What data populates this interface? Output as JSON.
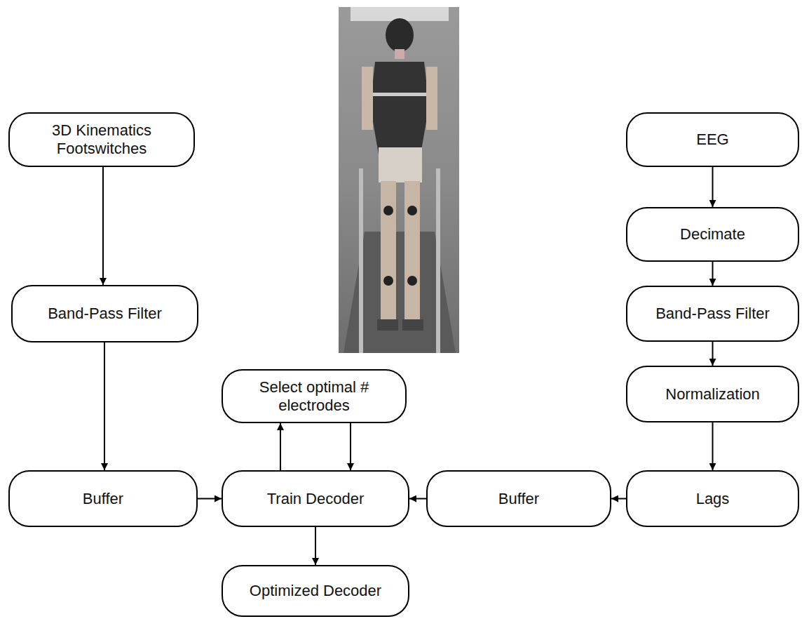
{
  "diagram": {
    "nodes": [
      {
        "text": [
          "3D Kinematics Footswitches"
        ]
      },
      {
        "text": [
          "EEG"
        ]
      },
      {
        "text": [
          "Decimate"
        ]
      },
      {
        "text": [
          "Band-Pass Filter"
        ]
      },
      {
        "text": [
          "Band-Pass Filter"
        ]
      },
      {
        "text": [
          "Normalization"
        ]
      },
      {
        "text": [
          "Select optimal # electrodes"
        ]
      },
      {
        "text": [
          "Buffer"
        ]
      },
      {
        "text": [
          "Train Decoder"
        ]
      },
      {
        "text": [
          "Buffer"
        ]
      },
      {
        "text": [
          "Lags"
        ]
      },
      {
        "text": [
          "Optimized Decoder"
        ]
      }
    ],
    "edges": [
      {
        "from": 0,
        "to": 3,
        "arrow": "to"
      },
      {
        "from": 3,
        "to": 7,
        "arrow": "to"
      },
      {
        "from": 7,
        "to": 8,
        "arrow": "to"
      },
      {
        "from": 1,
        "to": 2,
        "arrow": "to"
      },
      {
        "from": 2,
        "to": 4,
        "arrow": "to"
      },
      {
        "from": 4,
        "to": 5,
        "arrow": "to"
      },
      {
        "from": 5,
        "to": 10,
        "arrow": "to"
      },
      {
        "from": 10,
        "to": 9,
        "arrow": "to"
      },
      {
        "from": 9,
        "to": 8,
        "arrow": "to"
      },
      {
        "from": 8,
        "to": 6,
        "arrow": "to"
      },
      {
        "from": 6,
        "to": 8,
        "arrow": "to"
      },
      {
        "from": 8,
        "to": 11,
        "arrow": "to"
      }
    ]
  }
}
